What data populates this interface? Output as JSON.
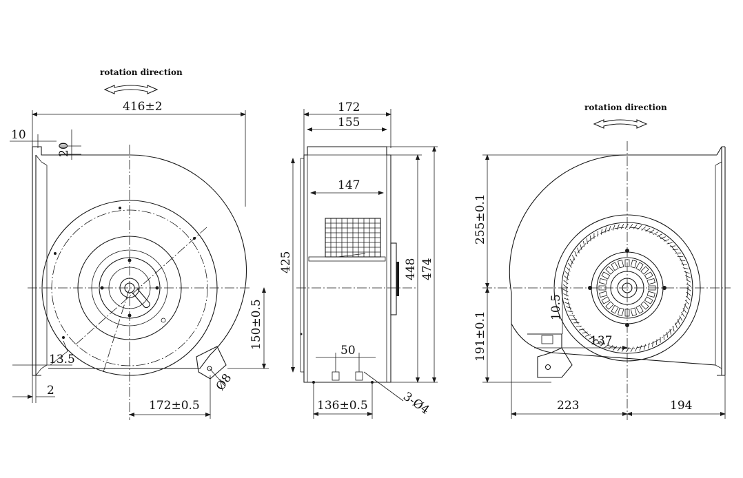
{
  "front_view": {
    "rotation_label": "rotation direction",
    "dim_width": "416±2",
    "dim_10": "10",
    "dim_20": "20",
    "dim_13_5": "13.5",
    "dim_2": "2",
    "dim_150": "150±0.5",
    "dim_172": "172±0.5",
    "dim_hole": "Ø8"
  },
  "side_view": {
    "dim_172": "172",
    "dim_155": "155",
    "dim_147": "147",
    "dim_425": "425",
    "dim_448": "448",
    "dim_474": "474",
    "dim_50": "50",
    "dim_136": "136±0.5",
    "dim_holes": "3-Ø4"
  },
  "rear_view": {
    "rotation_label": "rotation direction",
    "dim_255": "255±0.1",
    "dim_191": "191±0.1",
    "dim_10_5": "10.5",
    "dim_137": "137",
    "dim_223": "223",
    "dim_194": "194"
  },
  "colors": {
    "line": "#1a1a1a",
    "background": "#ffffff"
  }
}
